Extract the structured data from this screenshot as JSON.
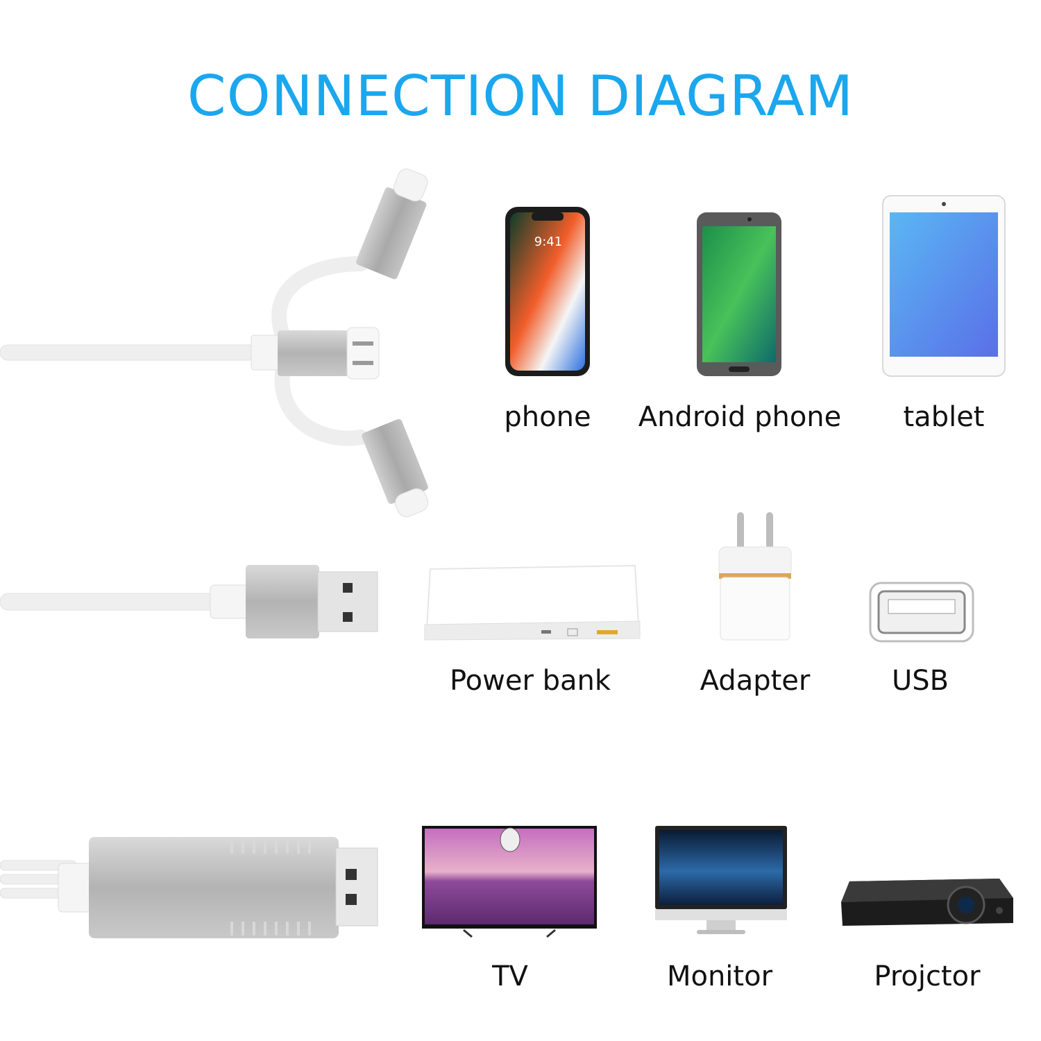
{
  "title": "CONNECTION DIAGRAM",
  "colors": {
    "title": "#1aa7ee",
    "cable": "#f1f1f1",
    "metal": "#b8b8b8"
  },
  "rows": [
    {
      "devices": [
        "phone",
        "Android phone",
        "tablet"
      ]
    },
    {
      "devices": [
        "Power bank",
        "Adapter",
        "USB"
      ]
    },
    {
      "devices": [
        "TV",
        "Monitor",
        "Projctor"
      ]
    }
  ],
  "phone_time": "9:41"
}
